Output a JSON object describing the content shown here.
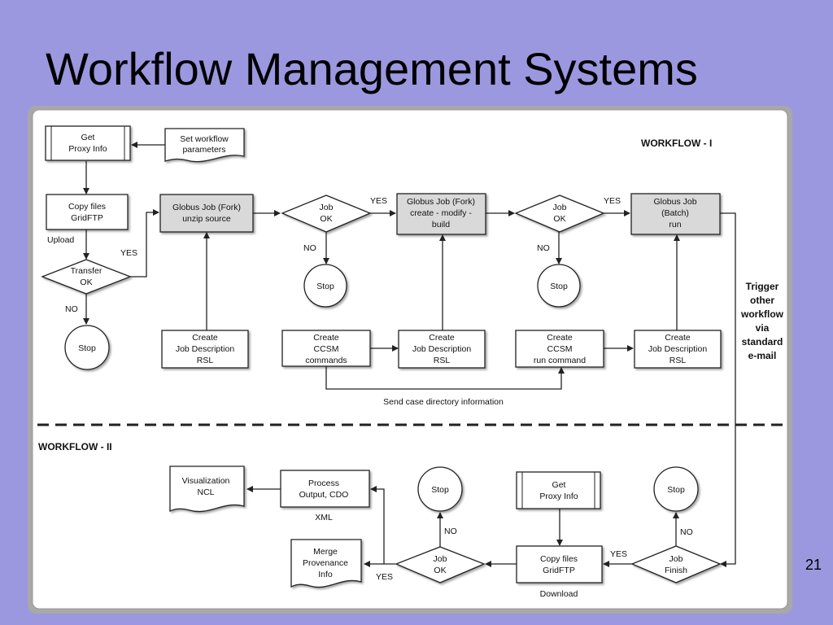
{
  "slide": {
    "title": "Workflow Management Systems",
    "page_number": "21"
  },
  "sections": {
    "workflow1": "WORKFLOW - I",
    "workflow2": "WORKFLOW - II"
  },
  "nodes": {
    "get_proxy_1": [
      "Get",
      "Proxy Info"
    ],
    "set_params": [
      "Set workflow",
      "parameters"
    ],
    "copy_files_1": [
      "Copy files",
      "GridFTP"
    ],
    "transfer_ok": [
      "Transfer",
      "OK"
    ],
    "stop_1": [
      "Stop"
    ],
    "globus_fork_1": [
      "Globus Job (Fork)",
      "unzip source"
    ],
    "create_rsl_1": [
      "Create",
      "Job Description",
      "RSL"
    ],
    "job_ok_1": [
      "Job",
      "OK"
    ],
    "stop_2": [
      "Stop"
    ],
    "create_ccsm_1": [
      "Create",
      "CCSM",
      "commands"
    ],
    "globus_fork_2": [
      "Globus Job (Fork)",
      "create - modify -",
      "build"
    ],
    "create_rsl_2": [
      "Create",
      "Job Description",
      "RSL"
    ],
    "job_ok_2": [
      "Job",
      "OK"
    ],
    "stop_3": [
      "Stop"
    ],
    "create_ccsm_2": [
      "Create",
      "CCSM",
      "run command"
    ],
    "globus_batch": [
      "Globus Job",
      "(Batch)",
      "run"
    ],
    "create_rsl_3": [
      "Create",
      "Job Description",
      "RSL"
    ],
    "visualization": [
      "Visualization",
      "NCL"
    ],
    "process_output": [
      "Process",
      "Output, CDO"
    ],
    "stop_4": [
      "Stop"
    ],
    "get_proxy_2": [
      "Get",
      "Proxy Info"
    ],
    "stop_5": [
      "Stop"
    ],
    "merge_provenance": [
      "Merge",
      "Provenance",
      "Info"
    ],
    "job_ok_3": [
      "Job",
      "OK"
    ],
    "copy_files_2": [
      "Copy files",
      "GridFTP"
    ],
    "job_finish": [
      "Job",
      "Finish"
    ]
  },
  "edge_labels": {
    "upload": "Upload",
    "yes_transfer": "YES",
    "no_transfer": "NO",
    "yes_job1": "YES",
    "no_job1": "NO",
    "yes_job2": "YES",
    "no_job2": "NO",
    "send_case": "Send case directory information",
    "trigger": [
      "Trigger",
      "other",
      "workflow",
      "via",
      "standard",
      "e-mail"
    ],
    "xml": "XML",
    "no_job3": "NO",
    "yes_job3": "YES",
    "download": "Download",
    "no_finish": "NO",
    "yes_finish": "YES"
  },
  "colors": {
    "slide_background": "#9b98df",
    "panel_background": "#ffffff",
    "process_fill": "#ffffff",
    "job_fill": "#d9d9d9",
    "stroke": "#222222"
  }
}
